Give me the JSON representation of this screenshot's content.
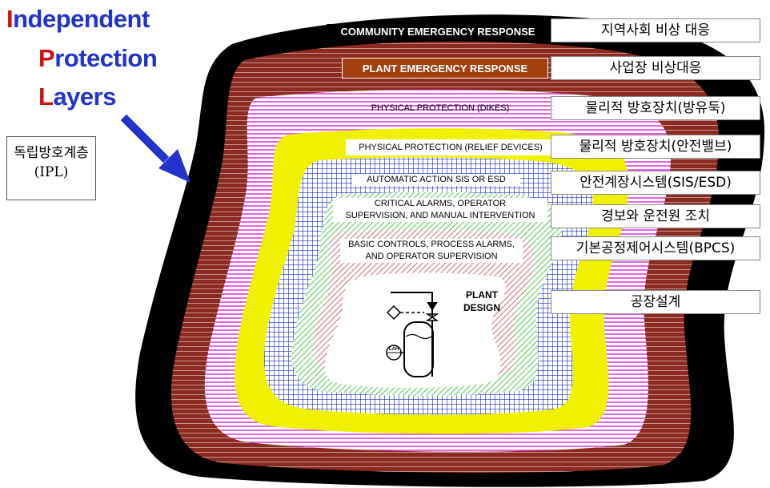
{
  "title": {
    "line1": {
      "first": "I",
      "rest": "ndependent"
    },
    "line2": {
      "first": "P",
      "rest": "rotection"
    },
    "line3": {
      "first": "L",
      "rest": "ayers"
    }
  },
  "ipl_box": {
    "line1": "독립방호계층",
    "line2": "(IPL)"
  },
  "layers": [
    {
      "label": "COMMUNITY EMERGENCY RESPONSE",
      "korean": "지역사회 비상 대응",
      "color": "#000000"
    },
    {
      "label": "PLANT EMERGENCY RESPONSE",
      "korean": "사업장 비상대응",
      "color": "#8b2a1e"
    },
    {
      "label": "PHYSICAL PROTECTION (DIKES)",
      "korean": "물리적 방호장치(방유둑)",
      "color": "#dd22dd"
    },
    {
      "label": "PHYSICAL PROTECTION (RELIEF DEVICES)",
      "korean": "물리적 방호장치(안전밸브)",
      "color": "#f2f200"
    },
    {
      "label": "AUTOMATIC ACTION SIS OR ESD",
      "korean": "안전계장시스템(SIS/ESD)",
      "color": "#2233cc"
    },
    {
      "label": "CRITICAL ALARMS, OPERATOR SUPERVISION, AND MANUAL INTERVENTION",
      "korean": "경보와 운전원 조치",
      "color": "#22bb22"
    },
    {
      "label": "BASIC CONTROLS, PROCESS ALARMS, AND OPERATOR SUPERVISION",
      "korean": "기본공정제어시스템(BPCS)",
      "color": "#c8404a"
    },
    {
      "label": "PLANT DESIGN",
      "korean": "공장설계",
      "color": "#ffffff"
    }
  ],
  "labels": {
    "community": "COMMUNITY EMERGENCY RESPONSE",
    "plant_emergency": "PLANT EMERGENCY RESPONSE",
    "dikes": "PHYSICAL PROTECTION (DIKES)",
    "relief": "PHYSICAL PROTECTION (RELIEF DEVICES)",
    "sis": "AUTOMATIC ACTION SIS OR ESD",
    "alarms_1": "CRITICAL ALARMS, OPERATOR",
    "alarms_2": "SUPERVISION, AND MANUAL INTERVENTION",
    "basic_1": "BASIC CONTROLS, PROCESS ALARMS,",
    "basic_2": "AND OPERATOR SUPERVISION",
    "plant_design_1": "PLANT",
    "plant_design_2": "DESIGN",
    "lah": "LAH"
  },
  "korean": {
    "community": "지역사회 비상 대응",
    "plant_emergency": "사업장 비상대응",
    "dikes": "물리적 방호장치(방유둑)",
    "relief": "물리적 방호장치(안전밸브)",
    "sis": "안전계장시스템(SIS/ESD)",
    "alarms": "경보와 운전원 조치",
    "bpcs": "기본공정제어시스템(BPCS)",
    "plant_design": "공장설계"
  },
  "colors": {
    "title_blue": "#2233cc",
    "title_red": "#cc1111",
    "arrow": "#2233cc",
    "black_layer": "#000000",
    "maroon_layer": "#8b2a1e",
    "magenta_layer": "#dd22dd",
    "yellow_layer": "#f2f200",
    "blue_layer": "#2233cc",
    "green_layer": "#22bb22",
    "red_layer": "#c8404a"
  }
}
